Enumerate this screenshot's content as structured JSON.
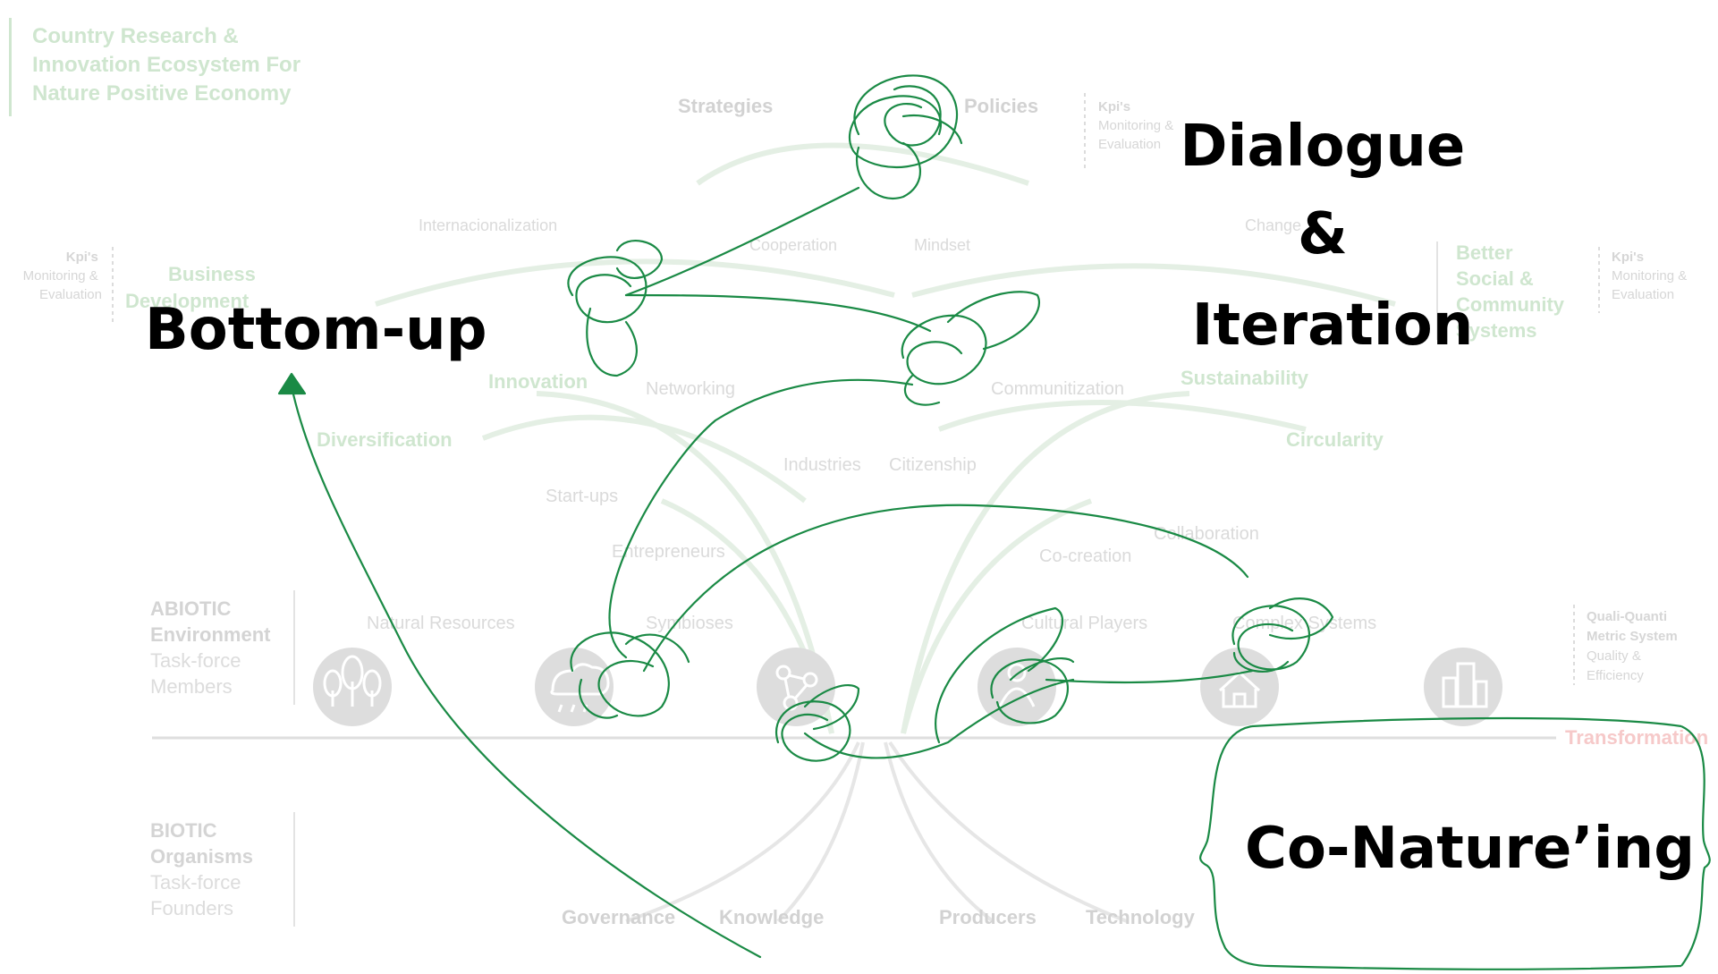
{
  "header": {
    "title_lines": [
      "Country Research &",
      "Innovation Ecosystem For",
      "Nature Positive Economy"
    ]
  },
  "overlay": {
    "bottom_up": "Bottom-up",
    "dialogue_lines": [
      "Dialogue",
      "&",
      "Iteration"
    ],
    "co_natureing": "Co-Nature’ing"
  },
  "kpi": {
    "title": "Kpi's",
    "line1": "Monitoring &",
    "line2": "Evaluation"
  },
  "quali": {
    "lines": [
      "Quali-Quanti",
      "Metric System",
      "Quality &",
      "Efficiency"
    ]
  },
  "canopy": {
    "strategies": "Strategies",
    "policies": "Policies",
    "internationalization": "Internacionalization",
    "cooperation": "Cooperation",
    "mindset": "Mindset",
    "change": "Change",
    "business_dev": [
      "Business",
      "Development"
    ],
    "better_social": [
      "Better",
      "Social &",
      "Community",
      "Systems"
    ],
    "innovation": "Innovation",
    "networking": "Networking",
    "communitization": "Communitization",
    "sustainability": "Sustainability",
    "diversification": "Diversification",
    "circularity": "Circularity",
    "industries": "Industries",
    "citizenship": "Citizenship",
    "startups": "Start-ups",
    "collaboration": "Collaboration",
    "entrepreneurs": "Entrepreneurs",
    "cocreation": "Co-creation"
  },
  "ground": {
    "natural_resources": "Natural Resources",
    "symbioses": "Symbioses",
    "cultural_players": "Cultural Players",
    "complex_systems": "Complex Systems",
    "transformation": "Transformation"
  },
  "abiotic": {
    "lines": [
      "ABIOTIC",
      "Environment",
      "Task-force",
      "Members"
    ]
  },
  "biotic": {
    "lines": [
      "BIOTIC",
      "Organisms",
      "Task-force",
      "Founders"
    ]
  },
  "roots": {
    "governance": "Governance",
    "knowledge": "Knowledge",
    "producers": "Producers",
    "technology": "Technology"
  },
  "icons": [
    "forest-icon",
    "weather-icon",
    "network-icon",
    "culture-icon",
    "house-icon",
    "city-icon"
  ],
  "colors": {
    "scribble": "#1a8a45",
    "faint_green": "#cfe6cf",
    "faint_gray": "#d2d2d2",
    "transformation": "#f6c9c9"
  }
}
